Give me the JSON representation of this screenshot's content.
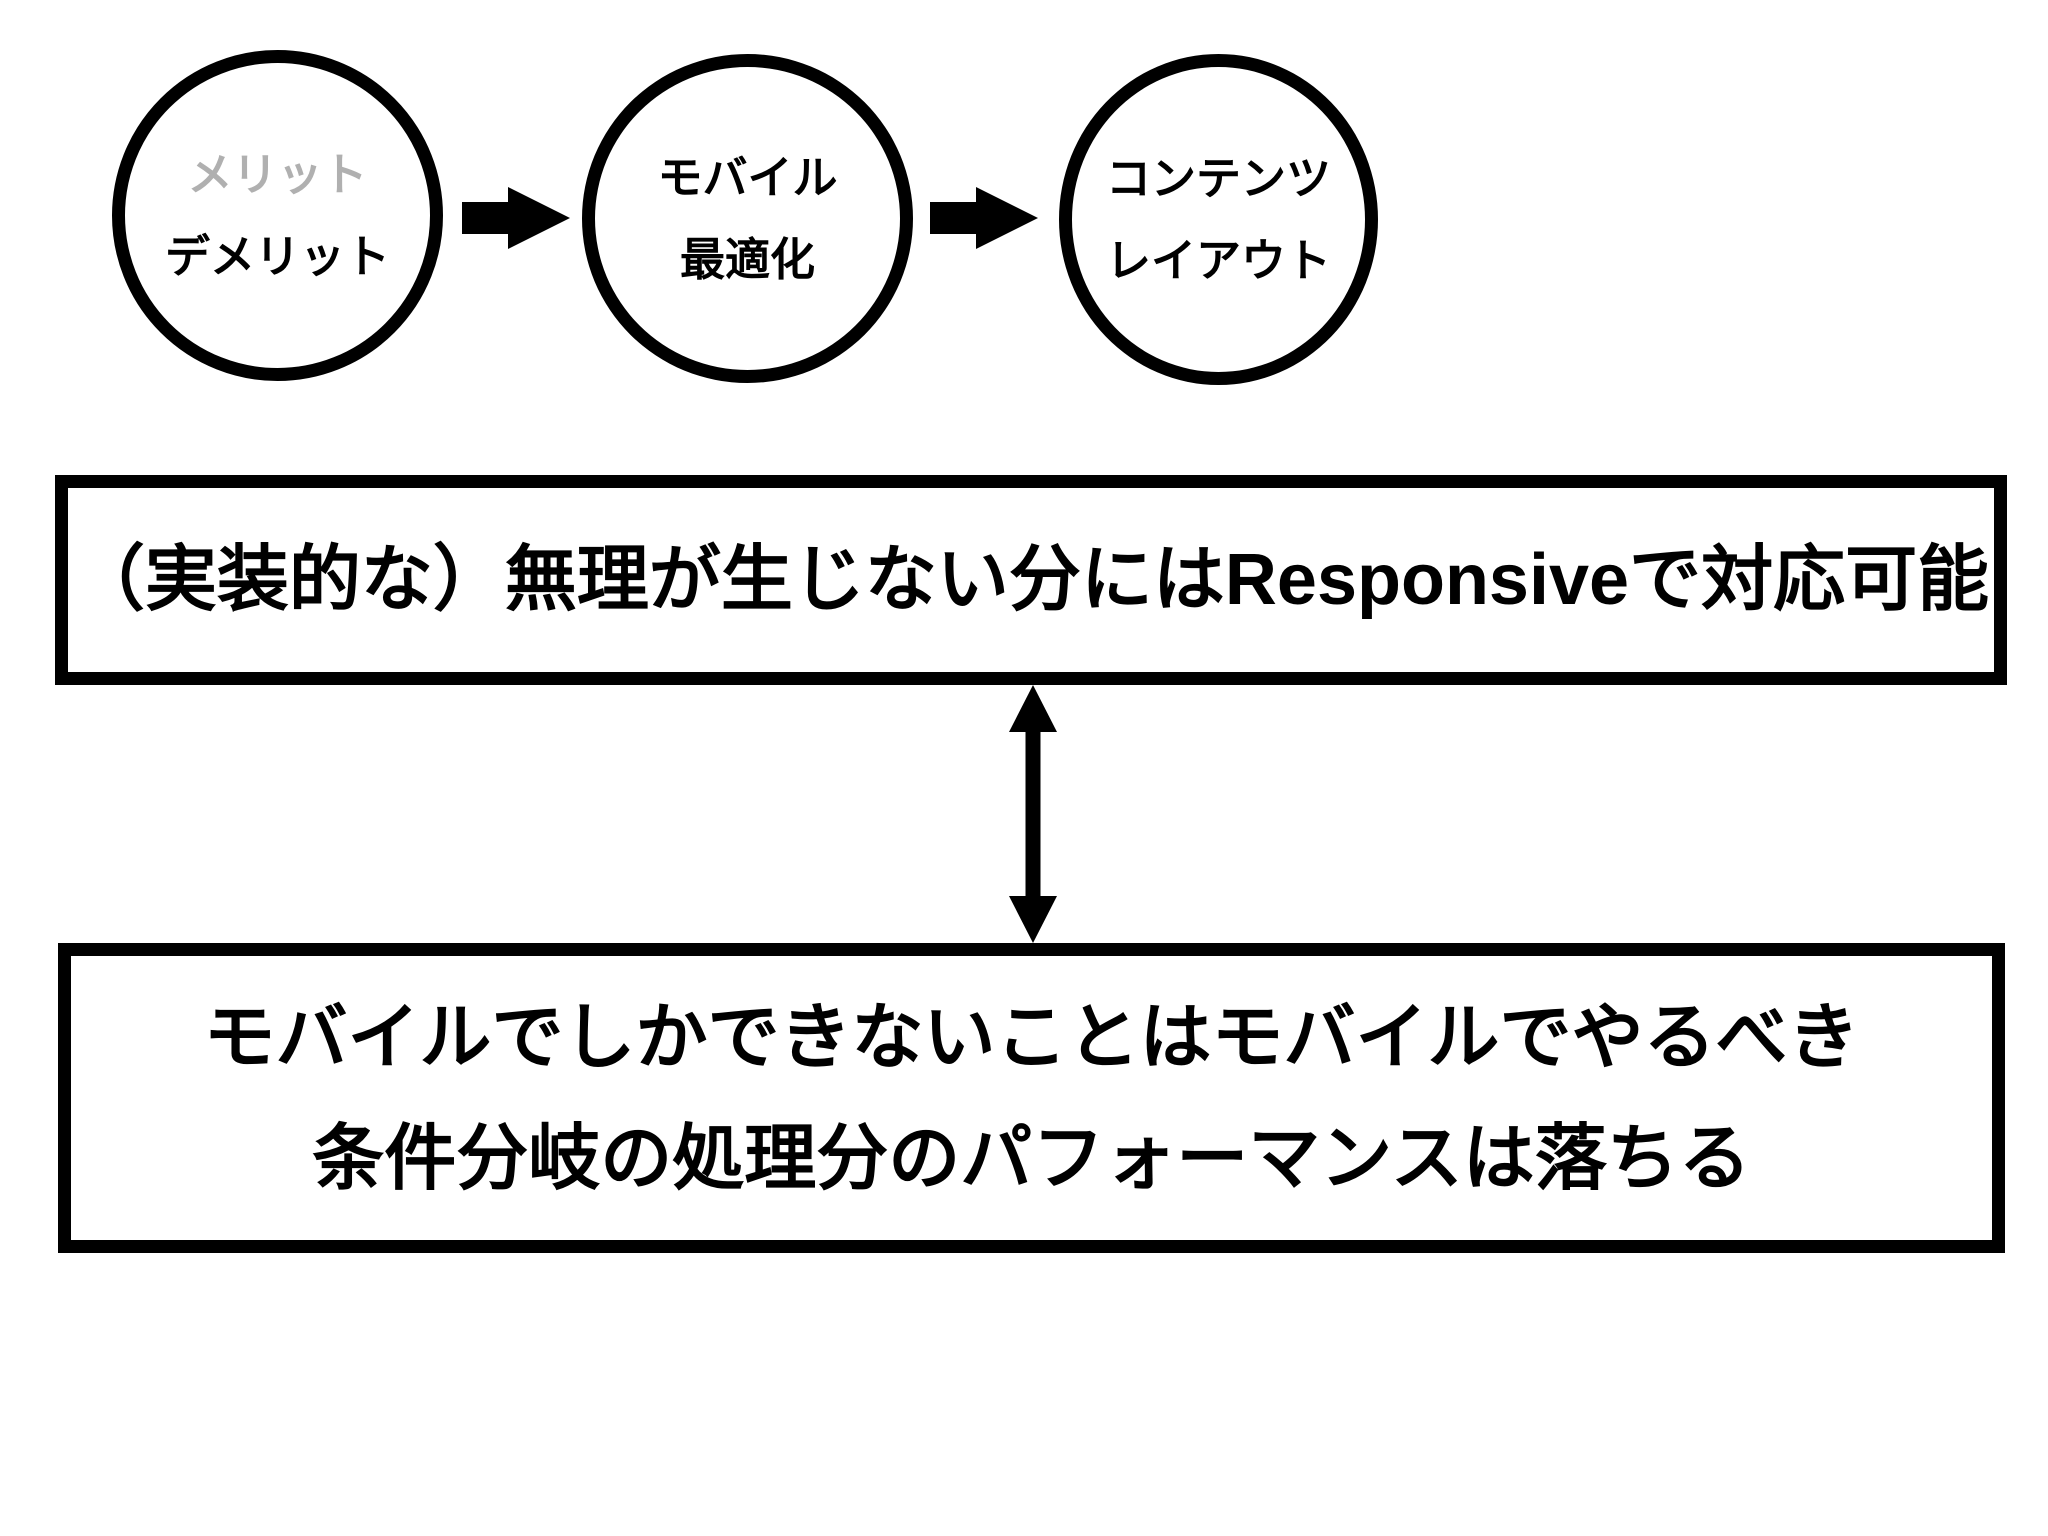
{
  "colors": {
    "background": "#ffffff",
    "stroke": "#000000",
    "text": "#000000",
    "muted_text": "#b0b0b0"
  },
  "flow": {
    "steps": [
      {
        "line1": "メリット",
        "line2": "デメリット"
      },
      {
        "line1": "モバイル",
        "line2": "最適化"
      },
      {
        "line1": "コンテンツ",
        "line2": "レイアウト"
      }
    ]
  },
  "statements": {
    "top": {
      "text": "（実装的な）無理が生じない分にはResponsiveで対応可能"
    },
    "bottom": {
      "line1": "モバイルでしかできないことはモバイルでやるべき",
      "line2": "条件分岐の処理分のパフォーマンスは落ちる"
    }
  }
}
